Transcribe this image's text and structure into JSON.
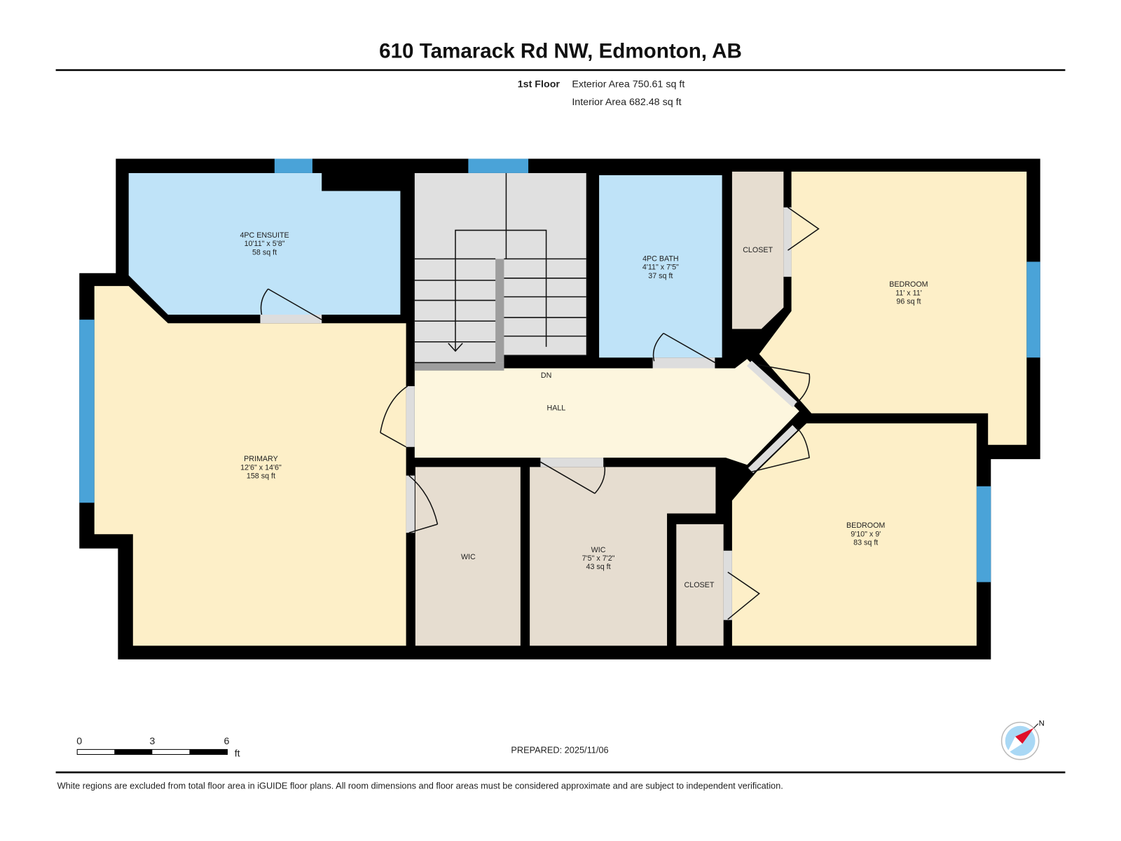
{
  "title": "610 Tamarack Rd NW, Edmonton, AB",
  "floor": {
    "name": "1st Floor",
    "exterior_area": "Exterior Area 750.61 sq ft",
    "interior_area": "Interior Area 682.48 sq ft"
  },
  "rooms": {
    "ensuite": {
      "name": "4PC ENSUITE",
      "dims": "10'11\" x 5'8\"",
      "area": "58 sq ft"
    },
    "bath": {
      "name": "4PC BATH",
      "dims": "4'11\" x 7'5\"",
      "area": "37 sq ft"
    },
    "closet1": {
      "name": "CLOSET"
    },
    "bedroom1": {
      "name": "BEDROOM",
      "dims": "11' x 11'",
      "area": "96 sq ft"
    },
    "stairs": {
      "name": "DN"
    },
    "hall": {
      "name": "HALL"
    },
    "primary": {
      "name": "PRIMARY",
      "dims": "12'6\" x 14'6\"",
      "area": "158 sq ft"
    },
    "wic1": {
      "name": "WIC"
    },
    "wic2": {
      "name": "WIC",
      "dims": "7'5\" x 7'2\"",
      "area": "43 sq ft"
    },
    "closet2": {
      "name": "CLOSET"
    },
    "bedroom2": {
      "name": "BEDROOM",
      "dims": "9'10\" x 9'",
      "area": "83 sq ft"
    }
  },
  "scale": {
    "ticks": [
      "0",
      "3",
      "6"
    ],
    "unit": "ft"
  },
  "prepared": "PREPARED: 2025/11/06",
  "compass": {
    "label": "N"
  },
  "disclaimer": "White regions are excluded from total floor area in iGUIDE floor plans. All room dimensions and floor areas must be considered approximate and are subject to independent verification.",
  "colors": {
    "wall": "#000000",
    "bath": "#bfe3f8",
    "bedroom": "#fdefc8",
    "hall": "#fdf6de",
    "closet": "#e6ddd0",
    "stairs": "#e0e0e0",
    "window": "#4aa3d8"
  }
}
